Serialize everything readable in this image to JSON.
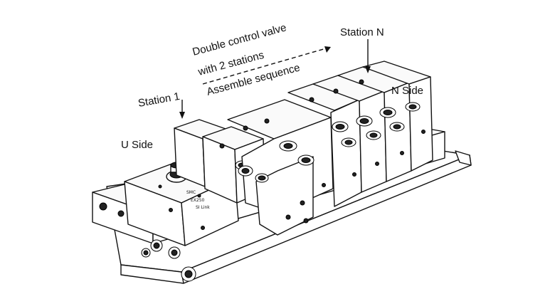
{
  "labels": {
    "double_line1": "Double control valve",
    "double_line2": "with 2 stations",
    "station_n": "Station N",
    "assemble": "Assemble sequence",
    "station_1": "Station 1",
    "n_side": "N Side",
    "u_side": "U Side"
  },
  "module_marks": {
    "brand": "SMC",
    "series": "EX250",
    "link": "SI Link"
  },
  "colors": {
    "ink": "#111111",
    "background": "#ffffff"
  }
}
